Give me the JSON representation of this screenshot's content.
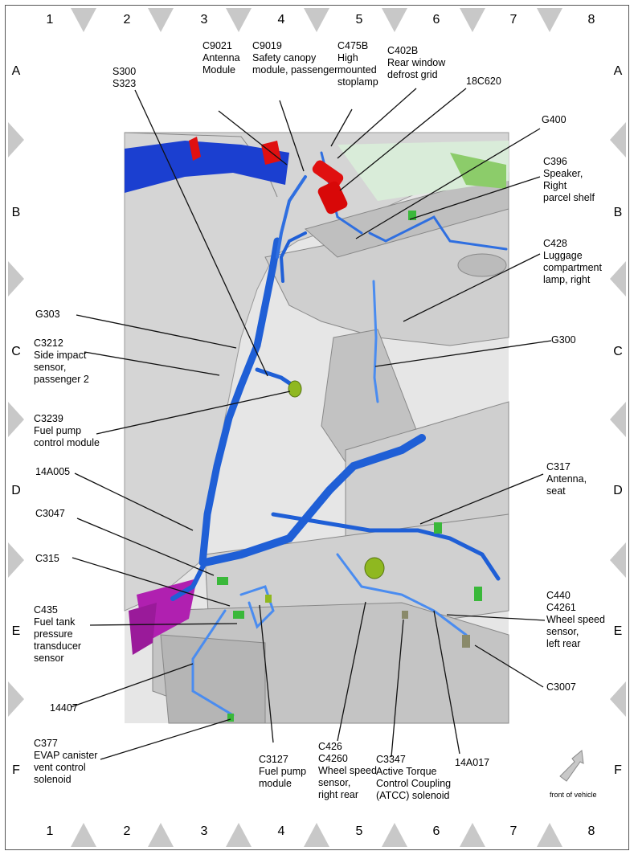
{
  "grid": {
    "columns": [
      "1",
      "2",
      "3",
      "4",
      "5",
      "6",
      "7",
      "8"
    ],
    "rows": [
      "A",
      "B",
      "C",
      "D",
      "E",
      "F"
    ]
  },
  "labels": {
    "s300": [
      "S300",
      "S323"
    ],
    "c9021": [
      "C9021",
      "Antenna",
      "Module"
    ],
    "c9019": [
      "C9019",
      "Safety canopy",
      "module, passenger"
    ],
    "c475b": [
      "C475B",
      "High",
      "mounted",
      "stoplamp"
    ],
    "c402b": [
      "C402B",
      "Rear window",
      "defrost grid"
    ],
    "c18620": [
      "18C620"
    ],
    "g400": [
      "G400"
    ],
    "c396": [
      "C396",
      "Speaker,",
      "Right",
      "parcel shelf"
    ],
    "c428": [
      "C428",
      "Luggage",
      "compartment",
      "lamp, right"
    ],
    "g303": [
      "G303"
    ],
    "c3212": [
      "C3212",
      "Side impact",
      "sensor,",
      "passenger 2"
    ],
    "g300": [
      "G300"
    ],
    "c3239": [
      "C3239",
      "Fuel pump",
      "control module"
    ],
    "c14a005": [
      "14A005"
    ],
    "c317": [
      "C317",
      "Antenna,",
      "seat"
    ],
    "c3047": [
      "C3047"
    ],
    "c315": [
      "C315"
    ],
    "c435": [
      "C435",
      "Fuel tank",
      "pressure",
      "transducer",
      "sensor"
    ],
    "c440": [
      "C440",
      "C4261",
      "Wheel speed",
      "sensor,",
      "left rear"
    ],
    "c14407": [
      "14407"
    ],
    "c3007": [
      "C3007"
    ],
    "c377": [
      "C377",
      "EVAP canister",
      "vent control",
      "solenoid"
    ],
    "c3127": [
      "C3127",
      "Fuel pump",
      "module"
    ],
    "c426": [
      "C426",
      "C4260",
      "Wheel speed",
      "sensor,",
      "right rear"
    ],
    "c3347": [
      "C3347",
      "Active Torque",
      "Control Coupling",
      "(ATCC) solenoid"
    ],
    "c14a017": [
      "14A017"
    ]
  },
  "front_of_vehicle": "front of vehicle",
  "colors": {
    "harness": "#1f5fd6",
    "harness_light": "#4a8cf0",
    "highlight_red": "#e01010",
    "connector_green": "#3ab83a",
    "body_gray": "#c8c8c8",
    "grid_triangle": "#c8c8c8"
  }
}
